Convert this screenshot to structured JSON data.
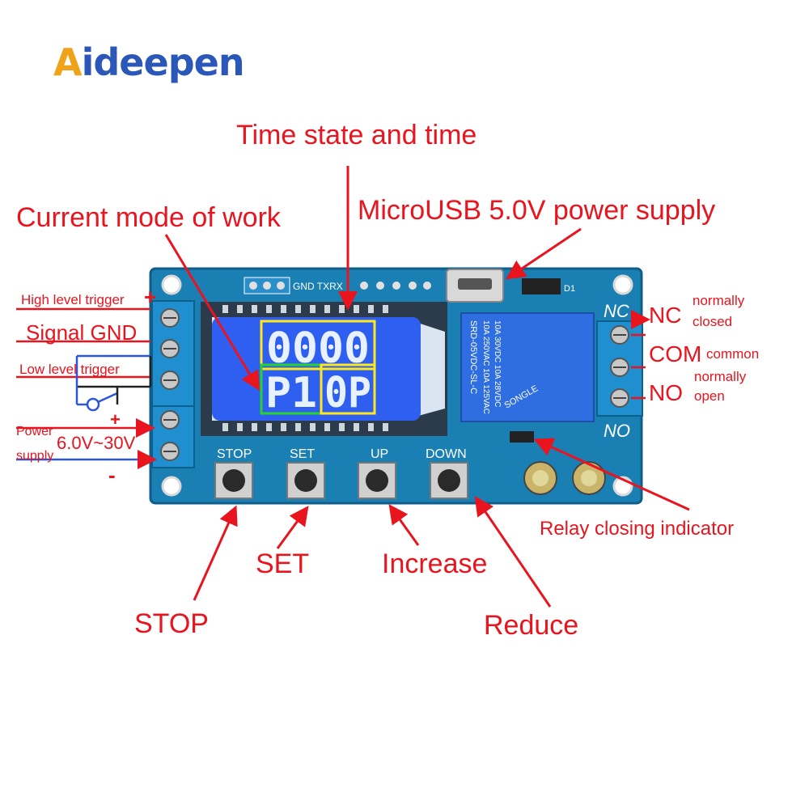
{
  "brand": {
    "logo_text_a": "A",
    "logo_text_rest": "ideepen"
  },
  "labels": {
    "time_state": "Time state and time",
    "current_mode": "Current mode of work",
    "microusb": "MicroUSB 5.0V power supply",
    "high_trigger": "High level trigger",
    "signal_gnd": "Signal GND",
    "low_trigger": "Low level trigger",
    "power_supply_line1": "Power",
    "power_supply_line2": "supply",
    "voltage_range": "6.0V~30V",
    "plus": "+",
    "minus": "-",
    "nc": "NC",
    "nc_desc_1": "normally",
    "nc_desc_2": "closed",
    "com": "COM",
    "com_desc": "common",
    "no": "NO",
    "no_desc_1": "normally",
    "no_desc_2": "open",
    "relay_indicator": "Relay closing indicator",
    "stop": "STOP",
    "set": "SET",
    "increase": "Increase",
    "reduce": "Reduce"
  },
  "board": {
    "silk_gnd_txrx": "GND TXRX",
    "silk_stop": "STOP",
    "silk_set": "SET",
    "silk_up": "UP",
    "silk_down": "DOWN",
    "silk_nc": "NC",
    "silk_no": "NO",
    "silk_d1": "D1",
    "relay_brand": "SONGLE",
    "relay_model": "SRD-05VDC-SL-C",
    "relay_spec_1": "10A 250VAC  10A 125VAC",
    "relay_spec_2": "10A 30VDC  10A 28VDC",
    "lcd_top": "0000",
    "lcd_bottom_left": "P1",
    "lcd_bottom_right": "0P"
  },
  "colors": {
    "annotation": "#e8141e",
    "pcb": "#1a7fb3",
    "terminal": "#1f8fd0",
    "lcd": "#2f5ff0"
  }
}
